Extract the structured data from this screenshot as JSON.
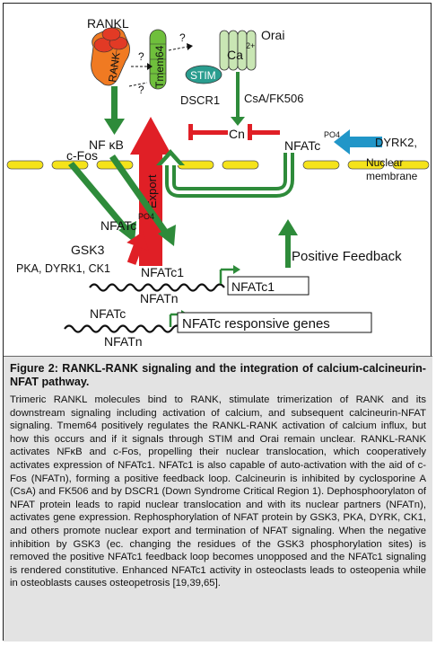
{
  "diagram": {
    "labels": {
      "rankl": "RANKL",
      "rank": "RANK",
      "tmem64": "Tmem64",
      "question_1": "?",
      "question_2": "?",
      "question_3": "?",
      "ca": "Ca",
      "ca_charge": "2+",
      "orai": "Orai",
      "stim": "STIM",
      "dscr1": "DSCR1",
      "csa_fk506": "CsA/FK506",
      "cn": "Cn",
      "nfkb": "NF κB",
      "cfos": "c-Fos",
      "nfatc_upper": "NFATc",
      "po4_upper": "PO4",
      "dyrk2": "DYRK2,",
      "nuclear_membrane_1": "Nuclear",
      "nuclear_membrane_2": "membrane",
      "export": "Export",
      "nfatc_po4": "NFATc",
      "po4_lower": "PO4",
      "gsk3": "GSK3",
      "kinases": "PKA, DYRK1, CK1",
      "nfatc1": "NFATc1",
      "nfatn_1": "NFATn",
      "nfatc1_gene": "NFATc1",
      "positive_feedback": "Positive Feedback",
      "nfatc_2": "NFATc",
      "nfatn_2": "NFATn",
      "responsive_genes": "NFATc responsive genes"
    },
    "colors": {
      "green_arrow": "#2e8b3a",
      "red_arrow": "#e01f26",
      "blue_arrow": "#2196c8",
      "rank_orange": "#f07a22",
      "tmem_green": "#6fbf3c",
      "orai_green": "#c9e6b4",
      "stim_teal": "#2a9d8f",
      "membrane_yellow": "#f5e31a"
    }
  },
  "caption": {
    "title": "Figure 2: RANKL-RANK signaling and the integration of calcium-calcineurin-NFAT pathway.",
    "body": "Trimeric RANKL molecules bind to RANK, stimulate trimerization of RANK and its downstream signaling including activation of calcium, and subsequent calcineurin-NFAT signaling.  Tmem64 positively regulates the RANKL-RANK activation of calcium influx, but how this occurs and if it signals through STIM and Orai remain unclear. RANKL-RANK activates NFκB and c-Fos, propelling their nuclear translocation, which cooperatively activates expression of NFATc1. NFATc1 is also capable of auto-activation with the aid of c-Fos (NFATn), forming a positive feedback loop. Calcineurin is inhibited by cyclosporine A (CsA) and FK506 and by DSCR1 (Down Syndrome Critical Region 1). Dephosphoorylaton of NFAT protein leads to rapid nuclear translocation and with its nuclear partners (NFATn), activates gene expression. Rephosphorylation of NFAT protein by GSK3, PKA, DYRK, CK1, and others promote nuclear export and termination of NFAT signaling.  When the negative inhibition by GSK3 (ec. changing the residues of the GSK3 phosphorylation sites) is removed the positive NFATc1 feedback loop becomes unopposed and the NFATc1 signaling is rendered constitutive. Enhanced NFATc1 activity in osteoclasts leads to osteopenia while in osteoblasts causes osteopetrosis [19,39,65]."
  }
}
